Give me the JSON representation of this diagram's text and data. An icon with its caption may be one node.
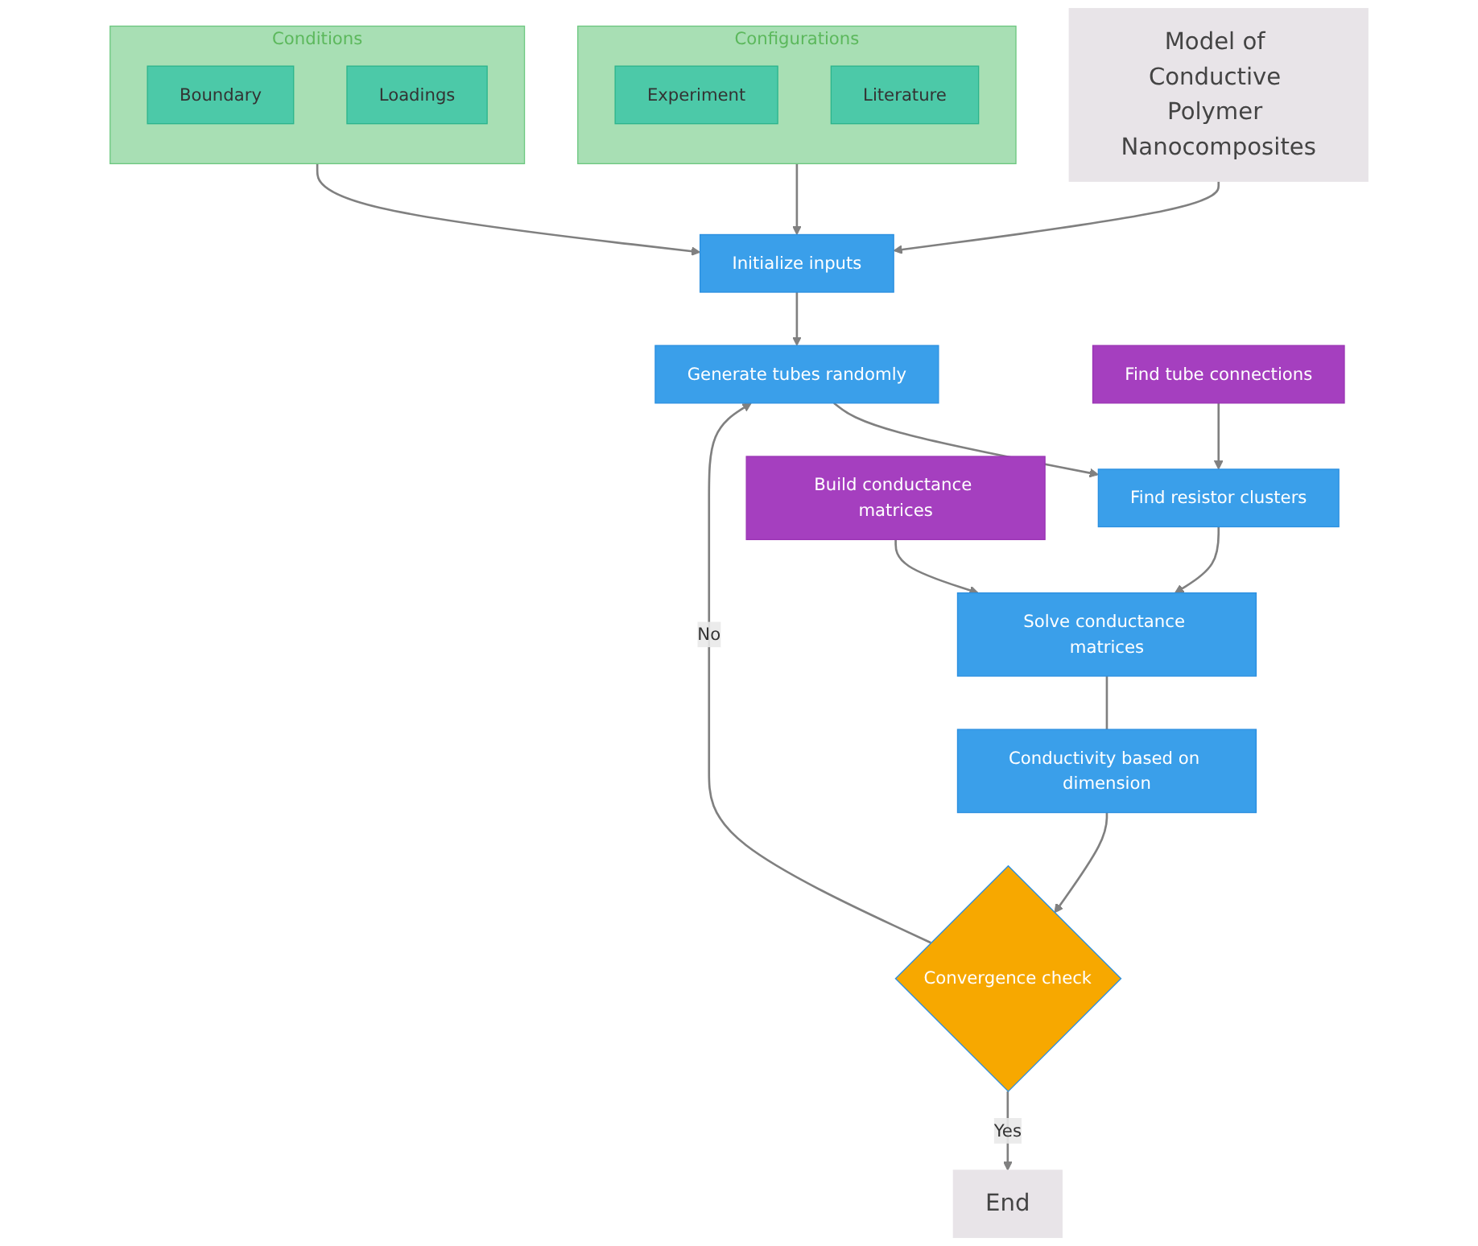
{
  "diagram": {
    "nodes": [
      {
        "text": [
          "Model of Conductive Polymer Nanocomposites"
        ]
      },
      {
        "text": [
          "Configurations"
        ]
      },
      {
        "text": [
          "Experiment"
        ],
        "in": 1
      },
      {
        "text": [
          "Literature"
        ],
        "in": 1
      },
      {
        "text": [
          "Initialize inputs"
        ]
      },
      {
        "text": [
          "Conditions"
        ]
      },
      {
        "text": [
          "Boundary"
        ],
        "in": 5
      },
      {
        "text": [
          "Loadings"
        ],
        "in": 5
      },
      {
        "text": [
          "Generate tubes randomly"
        ]
      },
      {
        "text": [
          "End"
        ]
      },
      {
        "text": [
          "Find tube connections"
        ]
      },
      {
        "text": [
          "Find resistor clusters"
        ]
      },
      {
        "text": [
          "Build conductance matrices"
        ]
      },
      {
        "text": [
          "Solve conductance matrices"
        ]
      },
      {
        "text": [
          "Convergence check"
        ]
      },
      {
        "text": [
          "Conductivity based on dimension"
        ]
      }
    ],
    "edges": [
      {
        "from": 0,
        "to": 4,
        "arrow": "to"
      },
      {
        "from": 1,
        "to": 4,
        "arrow": "to"
      },
      {
        "from": 5,
        "to": 4,
        "arrow": "to"
      },
      {
        "from": 4,
        "to": 8,
        "arrow": "to"
      },
      {
        "from": 8,
        "to": 11,
        "arrow": "to"
      },
      {
        "from": 10,
        "to": 11,
        "arrow": "to"
      },
      {
        "from": 11,
        "to": 13,
        "arrow": "to"
      },
      {
        "from": 12,
        "to": 13,
        "arrow": "to"
      },
      {
        "from": 13,
        "to": 15,
        "arrow": "none"
      },
      {
        "from": 15,
        "to": 14,
        "arrow": "to"
      },
      {
        "from": 14,
        "to": 9,
        "label": "Yes",
        "arrow": "to"
      },
      {
        "from": 14,
        "to": 8,
        "label": "No",
        "arrow": "to"
      }
    ]
  }
}
